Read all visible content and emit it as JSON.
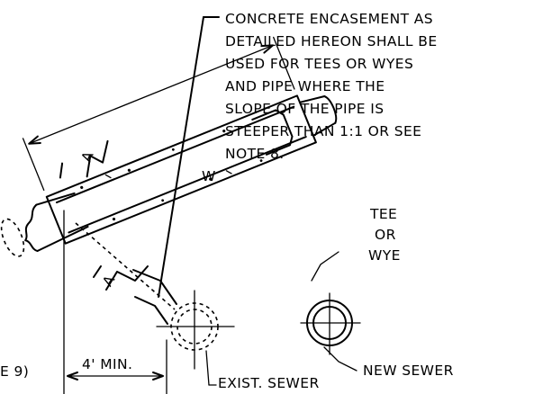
{
  "note_lines": [
    "CONCRETE ENCASEMENT AS",
    "DETAILED HEREON SHALL BE",
    "USED FOR TEES OR WYES",
    "AND PIPE WHERE THE",
    "SLOPE OF THE PIPE IS",
    "STEEPER THAN 1:1 OR SEE",
    "NOTE 8."
  ],
  "dimension_w": "W",
  "section_marks": [
    "A",
    "A"
  ],
  "tee_lines": [
    "TEE",
    "OR",
    "WYE"
  ],
  "min_distance": "4' MIN.",
  "left_note": "E 9)",
  "existing_sewer": "EXIST. SEWER",
  "new_sewer": "NEW SEWER"
}
